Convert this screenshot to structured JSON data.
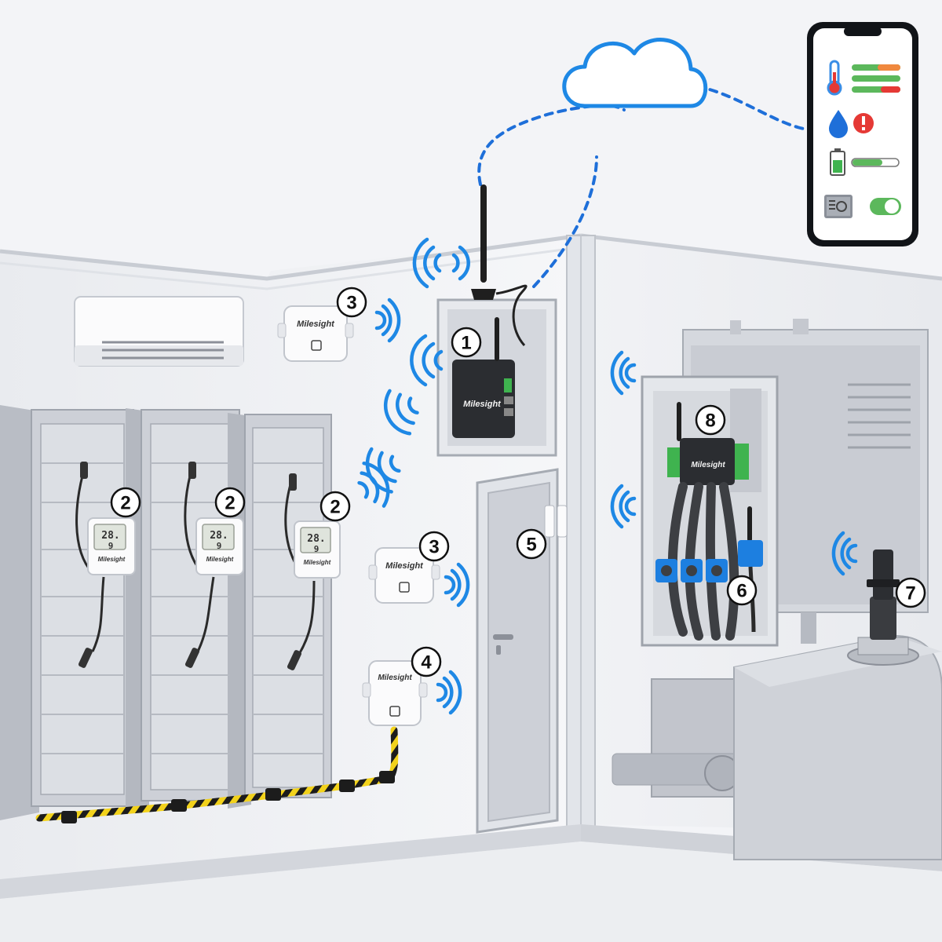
{
  "devices": {
    "gateway": {
      "badge": "1",
      "brand": "Milesight"
    },
    "th_sensor_a": {
      "badge": "2",
      "brand": "Milesight",
      "display_top": "28.",
      "display_bottom": "9"
    },
    "th_sensor_b": {
      "badge": "2",
      "brand": "Milesight",
      "display_top": "28.",
      "display_bottom": "9"
    },
    "th_sensor_c": {
      "badge": "2",
      "brand": "Milesight",
      "display_top": "28.",
      "display_bottom": "9"
    },
    "ambience_sensor_a": {
      "badge": "3",
      "brand": "Milesight"
    },
    "ambience_sensor_b": {
      "badge": "3",
      "brand": "Milesight"
    },
    "leak_sensor": {
      "badge": "4",
      "brand": "Milesight"
    },
    "door_sensor": {
      "badge": "5"
    },
    "ct_clamps": {
      "badge": "6"
    },
    "pressure_sensor": {
      "badge": "7"
    },
    "io_controller": {
      "badge": "8",
      "brand": "Milesight"
    }
  },
  "phone_app": {
    "rows": [
      {
        "icon": "thermometer-icon",
        "status": "bars"
      },
      {
        "icon": "water-drop-icon",
        "status": "alert-icon"
      },
      {
        "icon": "battery-icon",
        "status": "bar"
      },
      {
        "icon": "safe-icon",
        "status": "toggle-on"
      }
    ]
  },
  "colors": {
    "signal_blue": "#1e88e5",
    "link_dashed": "#1e6fd9",
    "wall": "#f4f5f8",
    "floor": "#e4e7ec",
    "cabinet": "#c9ccd4",
    "device_dark": "#2b2d31",
    "terminal_green": "#3fb34f",
    "clamp_blue": "#1d7fe0",
    "bar_green": "#5cb85c",
    "bar_orange": "#f0883e",
    "bar_red": "#e53935",
    "cable_yellow": "#f2d21b"
  }
}
